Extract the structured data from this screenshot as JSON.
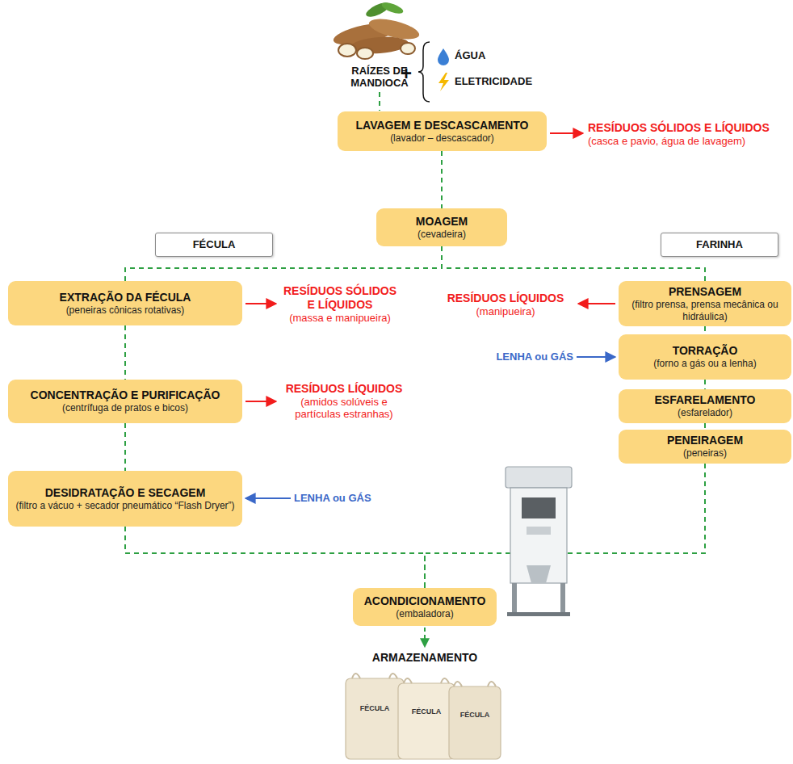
{
  "diagram": {
    "nodes": [
      {
        "text": [
          "LAVAGEM E DESCASCAMENTO",
          "(lavador – descascador)"
        ]
      },
      {
        "text": [
          "MOAGEM",
          "(cevadeira)"
        ]
      },
      {
        "text": [
          "FÉCULA"
        ]
      },
      {
        "text": [
          "FARINHA"
        ]
      },
      {
        "text": [
          "EXTRAÇÃO DA FÉCULA",
          "(peneiras cônicas rotativas)"
        ]
      },
      {
        "text": [
          "CONCENTRAÇÃO E PURIFICAÇÃO",
          "(centrífuga de pratos e bicos)"
        ]
      },
      {
        "text": [
          "DESIDRATAÇÃO E SECAGEM",
          "(filtro a vácuo + secador pneumático “Flash Dryer”)"
        ]
      },
      {
        "text": [
          "PRENSAGEM",
          "(filtro prensa, prensa mecânica ou hidráulica)"
        ]
      },
      {
        "text": [
          "TORRAÇÃO",
          "(forno a gás ou a lenha)"
        ]
      },
      {
        "text": [
          "ESFARELAMENTO",
          "(esfarelador)"
        ]
      },
      {
        "text": [
          "PENEIRAGEM",
          "(peneiras)"
        ]
      },
      {
        "text": [
          "ACONDICIONAMENTO",
          "(embaladora)"
        ]
      }
    ],
    "edges": [
      {
        "from": 0,
        "to": 1,
        "arrow": "none"
      },
      {
        "from": 1,
        "to": 4,
        "arrow": "none"
      },
      {
        "from": 1,
        "to": 7,
        "arrow": "none"
      },
      {
        "from": 4,
        "to": 5,
        "arrow": "none"
      },
      {
        "from": 5,
        "to": 6,
        "arrow": "none"
      },
      {
        "from": 7,
        "to": 8,
        "arrow": "none"
      },
      {
        "from": 8,
        "to": 9,
        "arrow": "none"
      },
      {
        "from": 9,
        "to": 10,
        "arrow": "none"
      },
      {
        "from": 6,
        "to": 11,
        "arrow": "none"
      },
      {
        "from": 10,
        "to": 11,
        "arrow": "none"
      }
    ],
    "labels": [
      "RAÍZES DE MANDIOCA",
      "+",
      "ÁGUA",
      "ELETRICIDADE",
      "RESÍDUOS SÓLIDOS E LÍQUIDOS",
      "(casca e pavio, água de lavagem)",
      "RESÍDUOS SÓLIDOS E LÍQUIDOS",
      "(massa e manipueira)",
      "RESÍDUOS LÍQUIDOS",
      "(manipueira)",
      "LENHA ou GÁS",
      "RESÍDUOS LÍQUIDOS",
      "(amidos solúveis e partículas estranhas)",
      "LENHA ou GÁS",
      "ARMAZENAMENTO",
      "FÉCULA",
      "FÉCULA",
      "FÉCULA"
    ]
  }
}
